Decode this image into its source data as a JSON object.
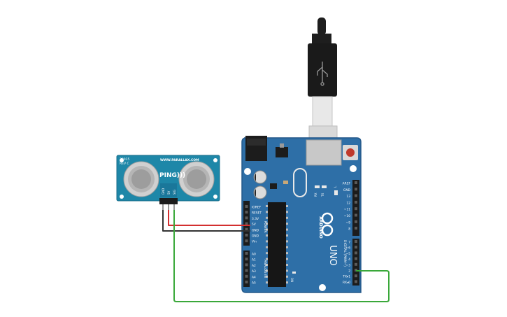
{
  "sensor": {
    "part_number": "28015",
    "revision": "REV C",
    "url": "WWW.PARALLAX.COM",
    "brand": "PING)))",
    "pin_labels": [
      "GND",
      "5V",
      "SIG"
    ],
    "colors": {
      "board": "#1e87a8",
      "transducer": "#c9c9c9"
    }
  },
  "arduino": {
    "brand": "ARDUINO",
    "model": "UNO",
    "power_header_title": "POWER",
    "analog_header_title": "ANALOG IN",
    "digital_header_title": "DIGITAL (PWM~)",
    "power_pins": [
      "IOREF",
      "RESET",
      "3.3V",
      "5V",
      "GND",
      "GND",
      "Vin"
    ],
    "analog_pins": [
      "A0",
      "A1",
      "A2",
      "A3",
      "A4",
      "A5"
    ],
    "digital_top_pins": [
      "AREF",
      "GND",
      "13",
      "12",
      "~11",
      "~10",
      "~9",
      "8"
    ],
    "digital_bottom_pins": [
      "7",
      "~6",
      "~5",
      "4",
      "~3",
      "2",
      "TX▸1",
      "RX◂0"
    ],
    "led_labels": [
      "RX",
      "TX",
      "L"
    ],
    "on_label": "ON",
    "colors": {
      "board": "#2e6fa7",
      "edge": "#25598a"
    }
  },
  "wires": [
    {
      "name": "5V",
      "color": "#d32f2f"
    },
    {
      "name": "GND",
      "color": "#333333"
    },
    {
      "name": "SIG",
      "color": "#3aa83a"
    }
  ]
}
